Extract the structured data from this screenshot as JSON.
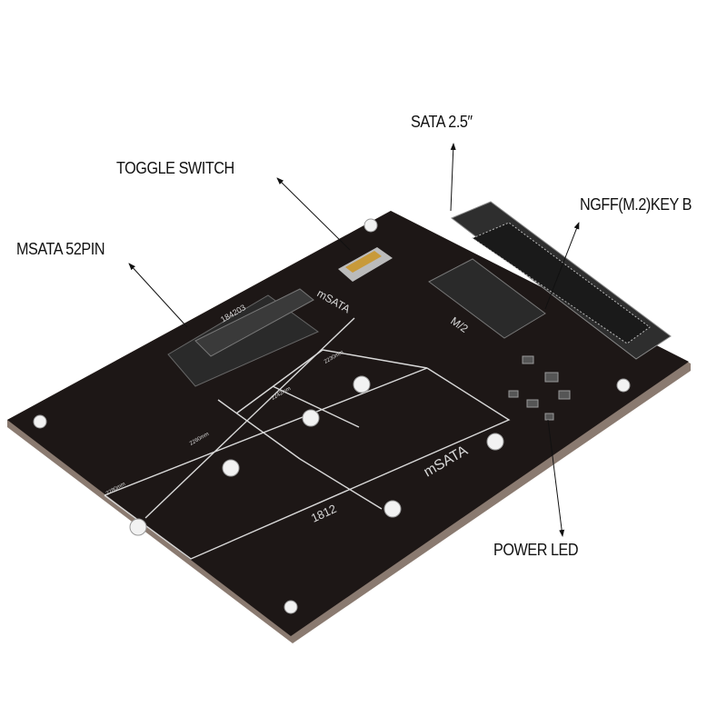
{
  "labels": {
    "sata": "SATA 2.5″",
    "toggle": "TOGGLE SWITCH",
    "ngff": "NGFF(M.2)KEY B",
    "msata52": "MSATA 52PIN",
    "power_led": "POWER LED"
  },
  "board_print": {
    "msata_side": "mSATA",
    "m2": "M/2",
    "msata_big": "mSATA",
    "model": "1812",
    "code": "184203",
    "len_2230": "2230mm",
    "len_2242": "2242mm",
    "len_2260": "2260mm",
    "len_2280": "2280mm"
  },
  "colors": {
    "board": "#1b1514",
    "silkscreen": "#e0e0e0",
    "connector": "#2a2a2a",
    "switch": "#c89a3a"
  }
}
